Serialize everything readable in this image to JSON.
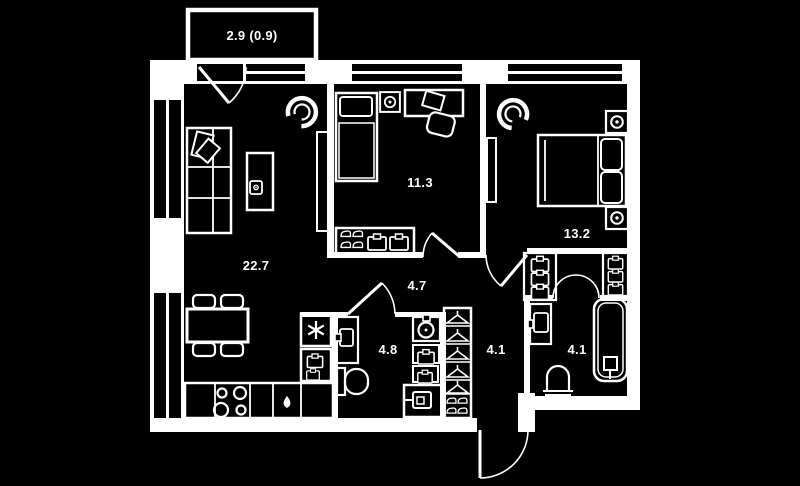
{
  "floorplan": {
    "balcony": {
      "label": "2.9 (0.9)"
    },
    "rooms": [
      {
        "name": "living-room-kitchen",
        "area": "22.7"
      },
      {
        "name": "bedroom-1",
        "area": "11.3"
      },
      {
        "name": "bedroom-2",
        "area": "13.2"
      },
      {
        "name": "hallway",
        "area": "4.7"
      },
      {
        "name": "bathroom-1",
        "area": "4.8"
      },
      {
        "name": "hall-closet",
        "area": "4.1"
      },
      {
        "name": "bathroom-2",
        "area": "4.1"
      }
    ],
    "colors": {
      "background": "#000000",
      "lines": "#ffffff"
    }
  }
}
